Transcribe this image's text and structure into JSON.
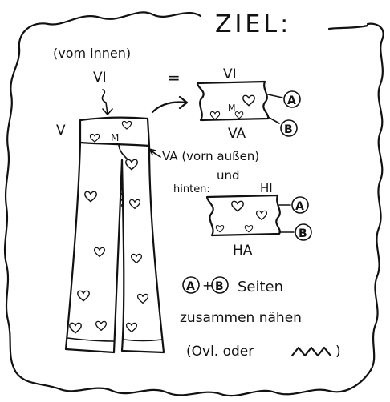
{
  "title": "ZIEL:",
  "labels": {
    "vom_innen": "(vom innen)",
    "vi_top": "VI",
    "equals": "=",
    "vi_piece": "VI",
    "va_piece": "VA",
    "m_pants": "M",
    "m_piece": "M",
    "v_side": "V",
    "va_note": "VA (vorn außen)",
    "und": "und",
    "hinten": "hinten:",
    "hi_piece": "HI",
    "ha_piece": "HA",
    "marker_a": "A",
    "marker_b": "B",
    "plus": "+",
    "seiten": "Seiten",
    "zusammen": "zusammen nähen",
    "ovl": "(Ovl. oder",
    "ovl_close": ")"
  },
  "icons": {
    "heart": "heart-icon",
    "arrow": "arrow-icon",
    "zigzag": "zigzag-stitch-icon"
  }
}
